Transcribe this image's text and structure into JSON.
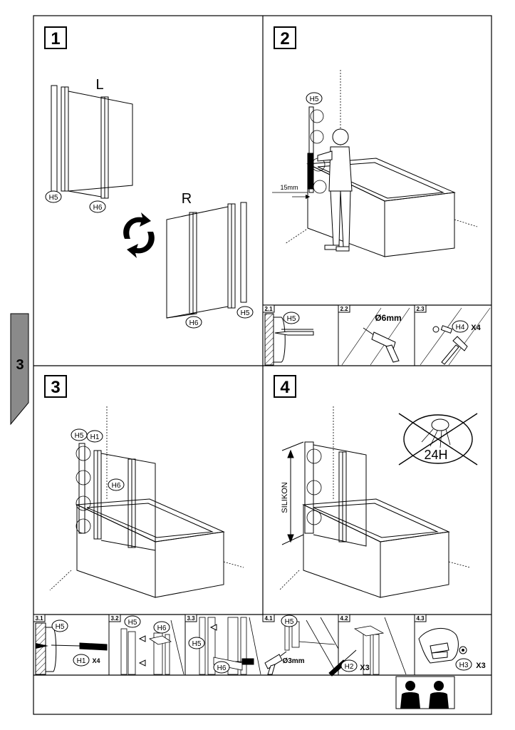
{
  "steps": {
    "s1": "1",
    "s2": "2",
    "s3": "3",
    "s4": "4"
  },
  "chapter_tab": "3",
  "step1": {
    "left": "L",
    "right": "R",
    "h5a": "H5",
    "h6a": "H6",
    "h5b": "H5",
    "h6b": "H6"
  },
  "step2": {
    "h5": "H5",
    "offset": "15mm"
  },
  "sub2": {
    "n1": "2.1",
    "h5": "H5",
    "n2": "2.2",
    "drill": "Ø6mm",
    "n3": "2.3",
    "h4": "H4",
    "x4": "X4"
  },
  "step3": {
    "h5": "H5",
    "h1": "H1",
    "h6": "H6"
  },
  "step4": {
    "silikon": "SILIKON",
    "wait": "24H"
  },
  "sub3": {
    "n1": "3.1",
    "h5a": "H5",
    "h1": "H1",
    "x4": "X4",
    "n2": "3.2",
    "h5b": "H5",
    "h6a": "H6",
    "n3": "3.3",
    "h5c": "H5",
    "h6b": "H6"
  },
  "sub4": {
    "n1": "4.1",
    "h5": "H5",
    "drill": "Ø3mm",
    "n2": "4.2",
    "h2": "H2",
    "x3a": "X3",
    "n3": "4.3",
    "h3": "H3",
    "x3b": "X3"
  },
  "colors": {
    "line": "#000000",
    "tab": "#8a8a8a",
    "glass": "#ffffff"
  }
}
